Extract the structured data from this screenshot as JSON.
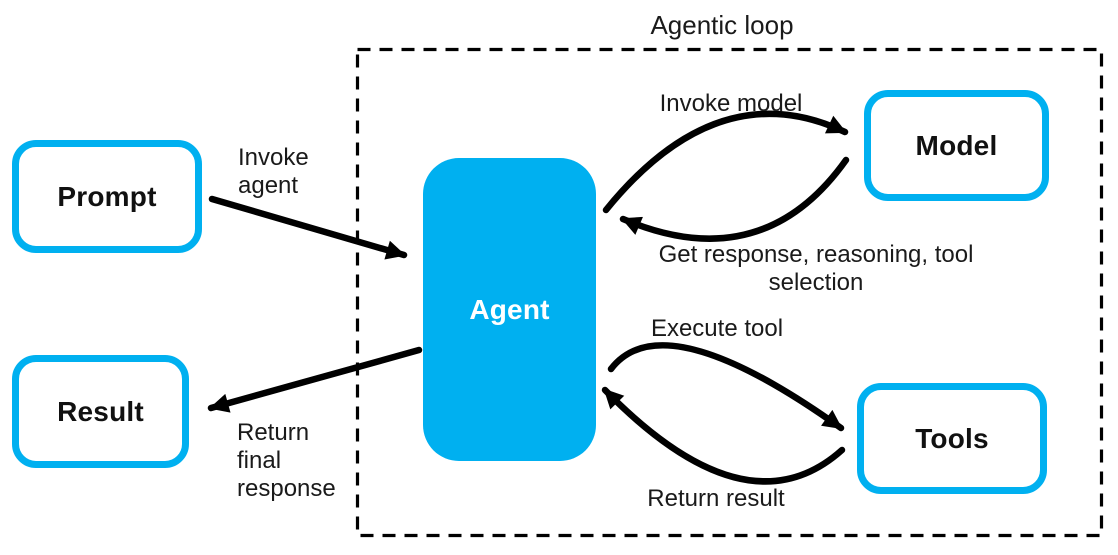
{
  "title": "Agentic loop",
  "colors": {
    "accent": "#00b0f0",
    "arrow": "#000000",
    "ink": "#1a1a1a"
  },
  "nodes": {
    "prompt": {
      "label": "Prompt"
    },
    "result": {
      "label": "Result"
    },
    "agent": {
      "label": "Agent"
    },
    "model": {
      "label": "Model"
    },
    "tools": {
      "label": "Tools"
    }
  },
  "edges": {
    "invoke_agent": {
      "label": "Invoke\nagent"
    },
    "return_final": {
      "label": "Return\nfinal\nresponse"
    },
    "invoke_model": {
      "label": "Invoke model"
    },
    "get_response": {
      "label": "Get response, reasoning, tool selection"
    },
    "execute_tool": {
      "label": "Execute tool"
    },
    "return_result": {
      "label": "Return result"
    }
  }
}
